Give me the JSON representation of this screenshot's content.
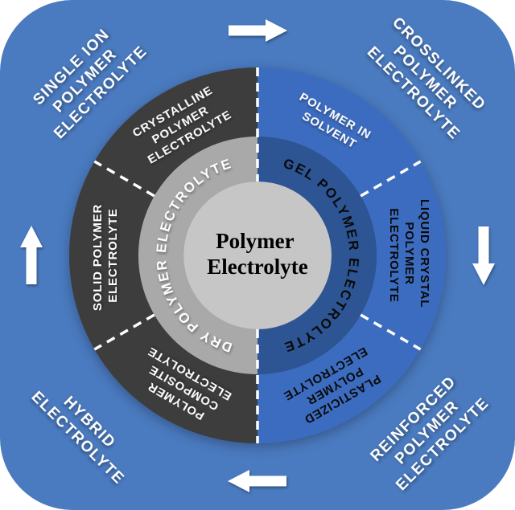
{
  "title": "Polymer Electrolyte classification wheel",
  "center": {
    "lines": [
      "Polymer",
      "Electrolyte"
    ]
  },
  "middle_ring": {
    "left_label": "DRY POLYMER ELECTROLYTE",
    "right_label": "GEL POLYMER ELECTROLYTE"
  },
  "outer_ring": {
    "crystalline": {
      "lines": [
        "CRYSTALLINE",
        "POLYMER",
        "ELECTROLYTE"
      ]
    },
    "solid": {
      "lines": [
        "SOLID POLYMER",
        "ELECTROLYTE"
      ]
    },
    "composite": {
      "lines": [
        "POLYMER",
        "COMPOSITE",
        "ELECTROLYTE"
      ]
    },
    "solvent": {
      "lines": [
        "POLYMER IN",
        "SOLVENT"
      ]
    },
    "liquid_crystal": {
      "lines": [
        "LIQUID CRYSTAL",
        "POLYMER",
        "ELECTROLYTE"
      ]
    },
    "plasticized": {
      "lines": [
        "PLASTICIZED",
        "POLYMER",
        "ELECTROLYTE"
      ]
    }
  },
  "corners": {
    "top_left": {
      "lines": [
        "SINGLE ION",
        "POLYMER",
        "ELECTROLYTE"
      ]
    },
    "top_right": {
      "lines": [
        "CROSSLINKED",
        "POLYMER",
        "ELECTROLYTE"
      ]
    },
    "bottom_left": {
      "lines": [
        "HYBRID",
        "ELECTROLYTE"
      ]
    },
    "bottom_right": {
      "lines": [
        "REINFORCED",
        "POLYMER",
        "ELECTROLYTE"
      ]
    }
  },
  "icons": {
    "top": "arrow-right-icon",
    "right": "arrow-down-icon",
    "bottom": "arrow-left-icon",
    "left": "arrow-up-icon"
  },
  "colors": {
    "background": "#4a7abf",
    "outer_left": "#3d3d3d",
    "outer_right": "#3c6cc0",
    "middle_left": "#a9a9a9",
    "middle_right": "#2d5493",
    "center_circle": "#c6c6c6",
    "divider": "#ffffff",
    "arrow": "#ffffff"
  }
}
